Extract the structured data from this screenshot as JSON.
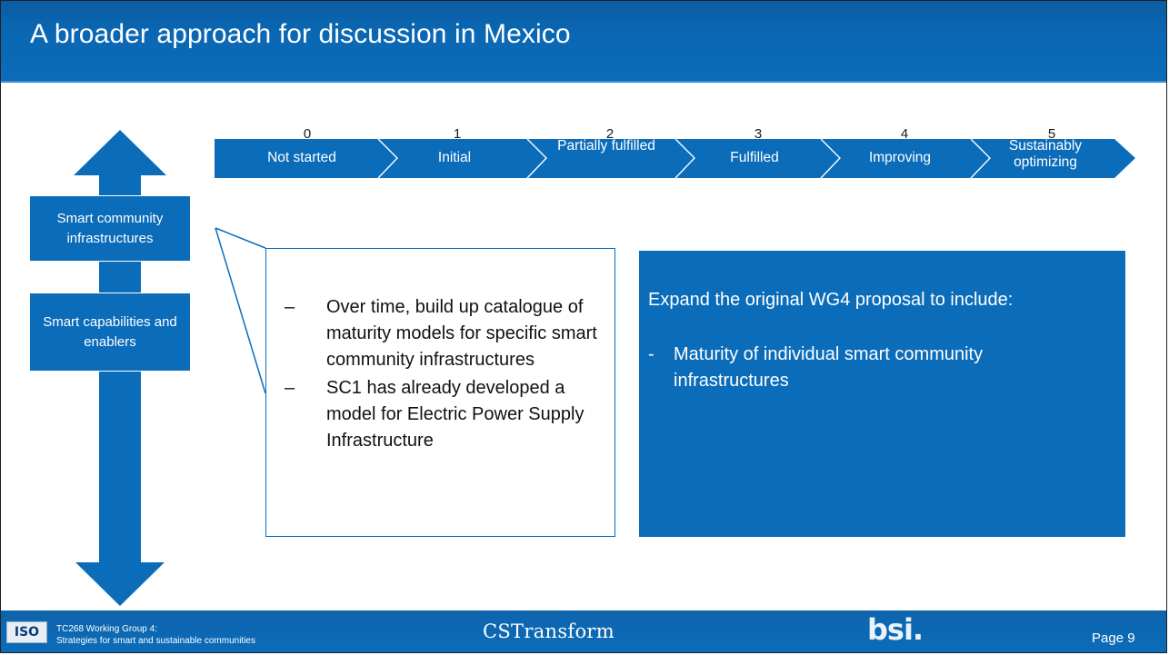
{
  "slide": {
    "title": "A broader approach for discussion in Mexico"
  },
  "maturity_scale": [
    {
      "level": "0",
      "label": "Not started"
    },
    {
      "level": "1",
      "label": "Initial"
    },
    {
      "level": "2",
      "label": "Partially fulfilled"
    },
    {
      "level": "3",
      "label": "Fulfilled"
    },
    {
      "level": "4",
      "label": "Improving"
    },
    {
      "level": "5",
      "label": "Sustainably optimizing"
    }
  ],
  "vertical_axis": {
    "top_box": "Smart community infrastructures",
    "bottom_box": "Smart capabilities and enablers"
  },
  "callout": {
    "bullets": [
      "Over time, build up catalogue of maturity models for specific smart community infrastructures",
      "SC1 has already developed a model for Electric Power Supply Infrastructure"
    ],
    "bullet_glyph": "‒"
  },
  "proposal_box": {
    "lead": "Expand the original WG4 proposal to include:",
    "item_glyph": "-",
    "item": "Maturity of individual smart community infrastructures"
  },
  "footer": {
    "iso_logo": "ISO",
    "working_group_line1": "TC268 Working Group 4:",
    "working_group_line2": "Strategies for smart and sustainable communities",
    "cstransform_logo": "CSTransform",
    "bsi_logo": "bsi.",
    "page_label": "Page  9"
  },
  "colors": {
    "brand_blue": "#0b6cba",
    "header_blue": "#0a5da3"
  }
}
